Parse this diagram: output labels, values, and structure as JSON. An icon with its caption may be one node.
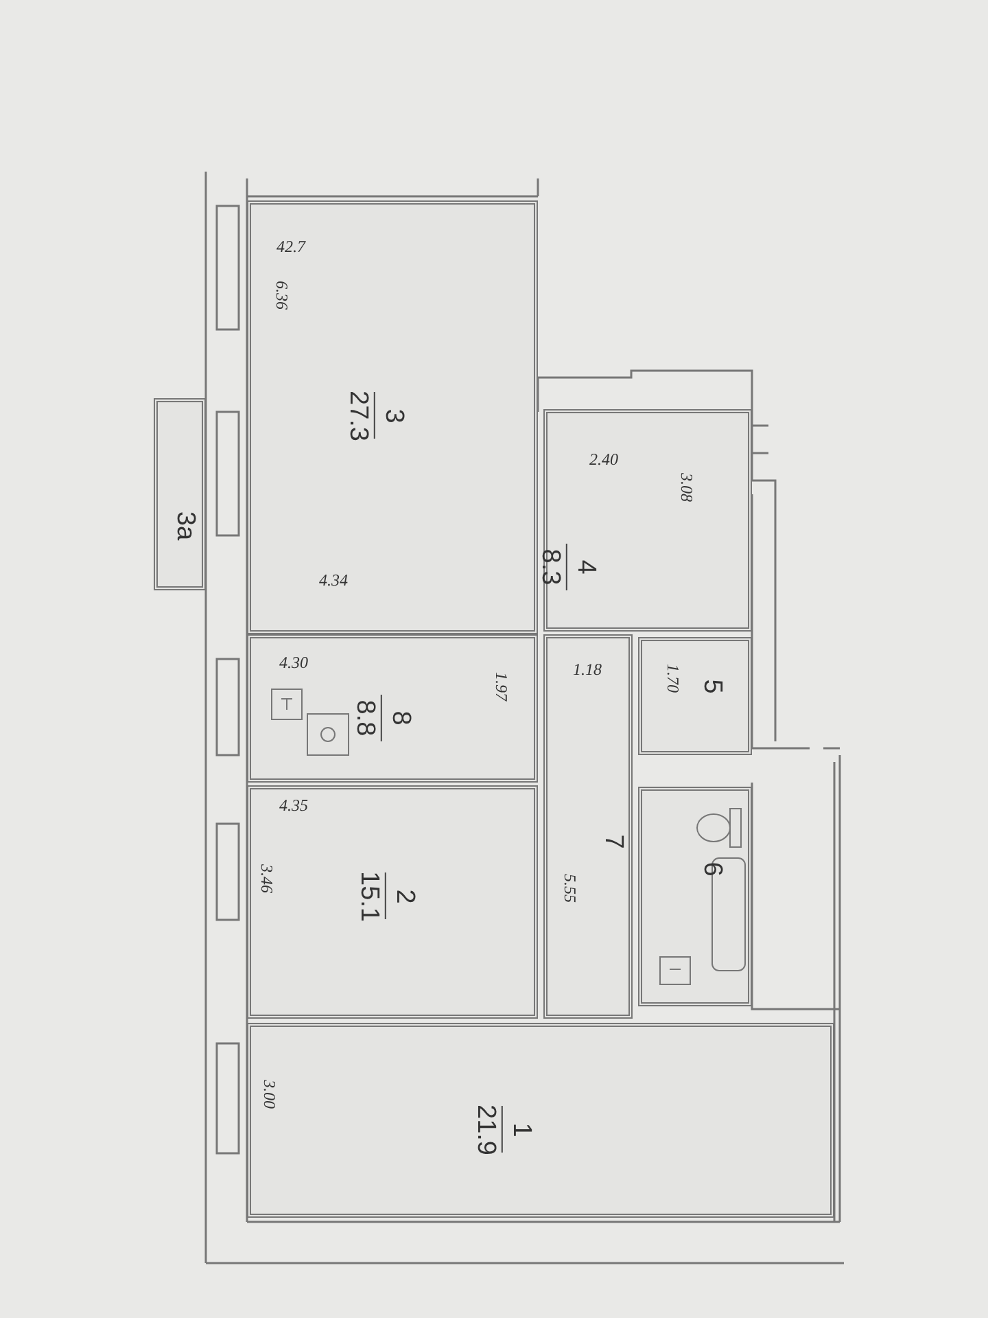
{
  "diagram": {
    "nodes": [
      {
        "text": [
          "3",
          "27.3"
        ]
      },
      {
        "text": [
          "3а"
        ]
      },
      {
        "text": [
          "4",
          "8.3"
        ]
      },
      {
        "text": [
          "8",
          "8.8"
        ]
      },
      {
        "text": [
          "5"
        ]
      },
      {
        "text": [
          "7"
        ]
      },
      {
        "text": [
          "6"
        ]
      },
      {
        "text": [
          "2",
          "15.1"
        ]
      },
      {
        "text": [
          "1",
          "21.9"
        ]
      }
    ],
    "labels": [
      "42.7",
      "6.36",
      "2.40",
      "3.08",
      "4.34",
      "4.30",
      "1.18",
      "1.70",
      "1.97",
      "4.35",
      "3.46",
      "5.55",
      "3.00"
    ]
  }
}
